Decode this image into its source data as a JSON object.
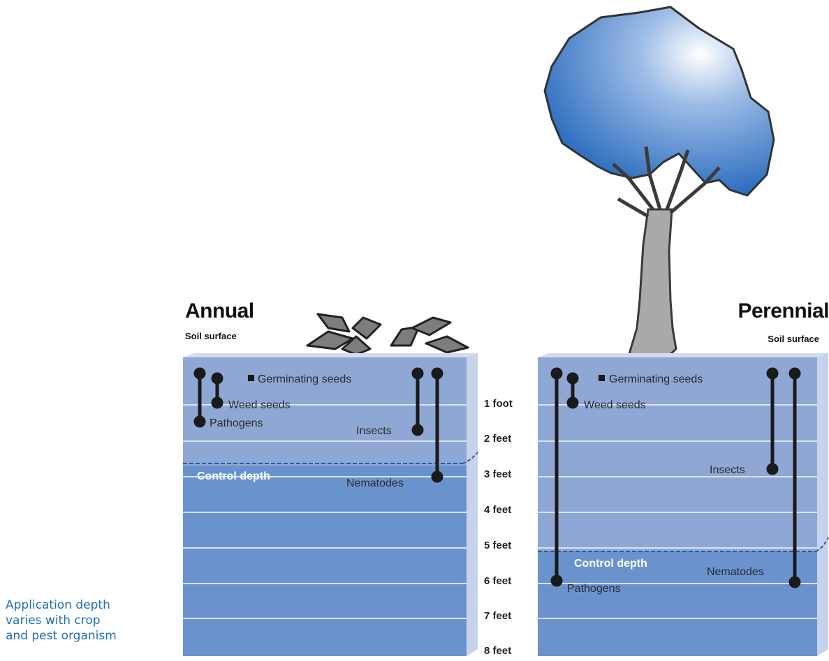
{
  "caption": [
    "Application depth",
    "varies with crop",
    "and pest organism"
  ],
  "annual": {
    "title": "Annual",
    "surface": "Soil surface",
    "germinating": "Germinating seeds",
    "weed_seeds": "Weed seeds",
    "pathogens": "Pathogens",
    "insects": "Insects",
    "nematodes": "Nematodes",
    "control_depth": "Control depth"
  },
  "perennial": {
    "title": "Perennial",
    "surface": "Soil surface",
    "germinating": "Germinating seeds",
    "weed_seeds": "Weed seeds",
    "pathogens": "Pathogens",
    "insects": "Insects",
    "nematodes": "Nematodes",
    "control_depth": "Control depth"
  },
  "depth_labels": [
    "1 foot",
    "2 feet",
    "3 feet",
    "4 feet",
    "5 feet",
    "6 feet",
    "7 feet",
    "8 feet"
  ],
  "colors": {
    "soil_light": "#8fa7d4",
    "soil_dark": "#6a93ce",
    "soil_side": "#c7d3ea",
    "soil_top": "#d3dcef",
    "canopy": "#3c7bc8",
    "trunk": "#a9a9a9",
    "caption": "#1f6fb2",
    "control_line": "#1f5fa8"
  }
}
